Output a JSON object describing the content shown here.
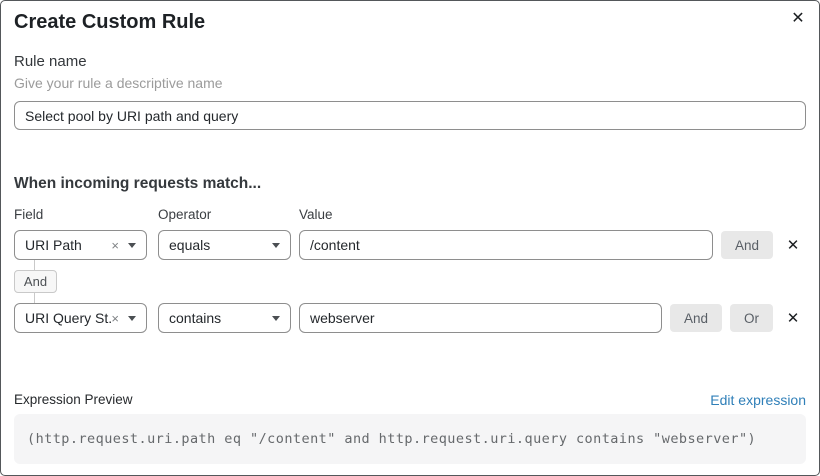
{
  "dialog": {
    "title": "Create Custom Rule"
  },
  "icons": {
    "close": "✕",
    "remove": "✕",
    "clear": "×"
  },
  "rule_name": {
    "label": "Rule name",
    "helper": "Give your rule a descriptive name",
    "value": "Select pool by URI path and query"
  },
  "match": {
    "heading": "When incoming requests match...",
    "columns": {
      "field": "Field",
      "operator": "Operator",
      "value": "Value"
    },
    "connector_label": "And",
    "rows": [
      {
        "field": "URI Path",
        "operator": "equals",
        "value": "/content",
        "buttons": [
          "And"
        ]
      },
      {
        "field": "URI Query St...",
        "operator": "contains",
        "value": "webserver",
        "buttons": [
          "And",
          "Or"
        ]
      }
    ]
  },
  "preview": {
    "label": "Expression Preview",
    "edit_link": "Edit expression",
    "expression": "(http.request.uri.path eq \"/content\" and http.request.uri.query contains \"webserver\")"
  },
  "colors": {
    "link_blue": "#2f7fb8",
    "button_bg": "#e8e8e8",
    "code_bg": "#f5f5f6",
    "border_gray": "#8e8e8e"
  }
}
